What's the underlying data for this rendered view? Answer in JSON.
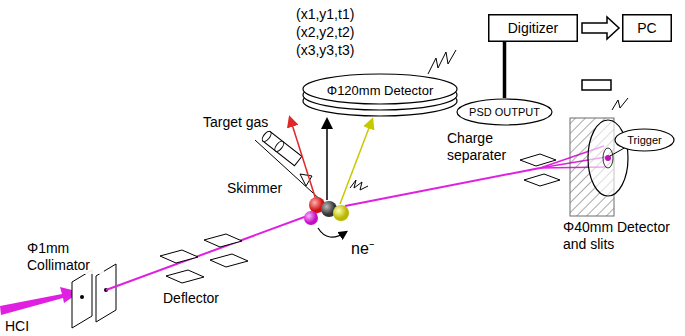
{
  "diagram": {
    "nodes": [
      {
        "text": [
          "Φ120mm Detector"
        ]
      },
      {
        "text": [
          "PSD OUTPUT"
        ]
      },
      {
        "text": [
          "Digitizer"
        ]
      },
      {
        "text": [
          "PC"
        ]
      },
      {
        "text": [
          "Trigger"
        ]
      }
    ],
    "edges": [
      {
        "from": 1,
        "to": 2,
        "arrow": "none"
      },
      {
        "from": 4,
        "to": 2,
        "arrow": "none"
      },
      {
        "from": 2,
        "to": 3,
        "arrow": "to"
      }
    ],
    "labels": [
      "(x1,y1,t1)",
      "(x2,y2,t2)",
      "(x3,y3,t3)",
      "Target gas",
      "Skimmer",
      "Φ1mm Collimator",
      "Deflector",
      "HCI",
      "ne⁻",
      "Charge separater",
      "Φ40mm Detector and slits"
    ]
  }
}
